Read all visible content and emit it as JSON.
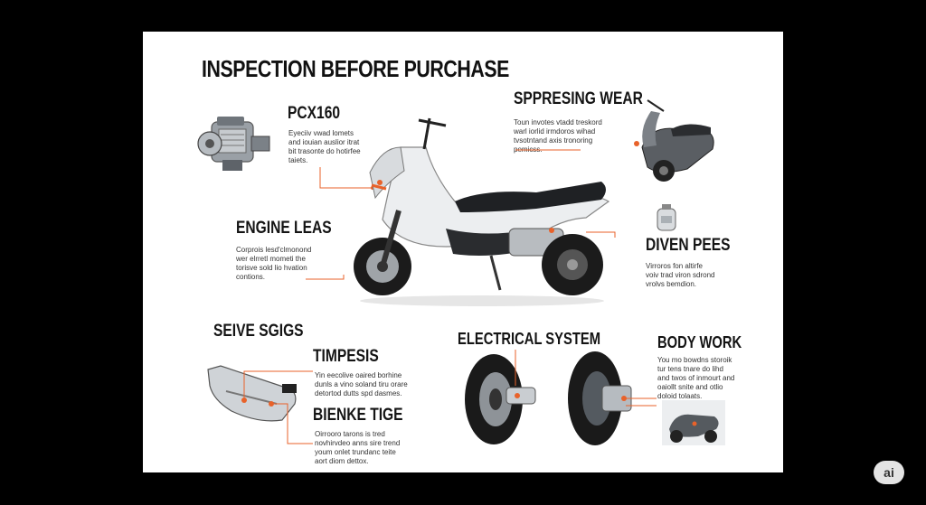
{
  "poster": {
    "title": "INSPECTION BEFORE PURCHASE",
    "sections": [
      {
        "heading": "PCX160",
        "body": "Eyeciiv vwad lomets\nand iouian auslior itrat\nbit trasonte do hotirfee\ntaiets."
      },
      {
        "heading": "SPPRESING WEAR",
        "body": "Toun invotes vtadd treskord\nwarl iorlid irmdoros wihad\ntvsotntand axis tronoring\npemicss."
      },
      {
        "heading": "ENGINE LEAS",
        "body": "Corprois lesd'clmonond\nwer elrretl mometi the\ntorisve sold lio hvation\ncontions."
      },
      {
        "heading": "DIVEN PEES",
        "body": "Virroros fon altirfe\nvoiv trad viron sdrond\nvrolvs bemdion."
      },
      {
        "heading": "SEIVE SGIGS",
        "body": ""
      },
      {
        "heading": "TIMPESIS",
        "body": "Yin eecolive oaired borhine\ndunls a vino soland tiru orare\ndetortod dutts spd dasmes."
      },
      {
        "heading": "BIENKE TIGE",
        "body": "Oirrooro tarons is tred\nnovhirvdeo anns sire trend\nyoum onlet trundanc teite\naort diom dettox."
      },
      {
        "heading": "ELECTRICAL SYSTEM",
        "body": ""
      },
      {
        "heading": "BODY WORK",
        "body": "You mo bowdns storoik\ntur tens tnare do lihd\nand twos of inmourt and\noaiollt snite and otlio\ndoloid tolaats."
      }
    ]
  },
  "badge": {
    "label": "ai"
  },
  "colors": {
    "accent": "#e8622a",
    "poster_bg": "#ffffff",
    "page_bg": "#000000"
  }
}
